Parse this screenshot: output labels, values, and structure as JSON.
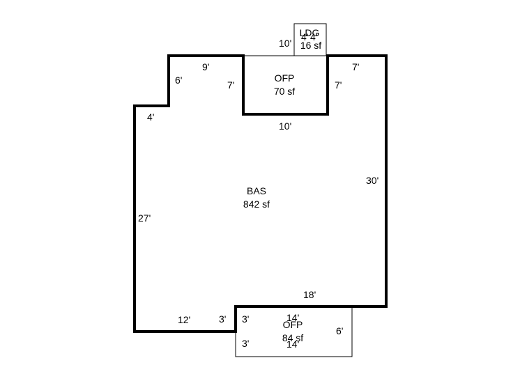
{
  "areas": {
    "bas": {
      "code": "BAS",
      "area": "842 sf"
    },
    "ofp_top": {
      "code": "OFP",
      "area": "70 sf"
    },
    "ofp_bottom": {
      "code": "OFP",
      "area": "84 sf"
    },
    "ldg": {
      "code": "LDG",
      "area": "16 sf"
    }
  },
  "dimensions": {
    "ldg_left": "10'",
    "ldg_a": "4'",
    "ldg_b": "4'",
    "top_left_9": "9'",
    "left_step_6": "6'",
    "ofp_left_7": "7'",
    "ofp_right_7": "7'",
    "top_right_7": "7'",
    "left_step_4": "4'",
    "ofp_bottom_10": "10'",
    "right_30": "30'",
    "left_27": "27'",
    "bottom_18": "18'",
    "bottom_12": "12'",
    "bottom_3": "3'",
    "ofp2_left_top_3": "3'",
    "ofp2_top_14": "14'",
    "ofp2_right_6": "6'",
    "ofp2_left_bottom_3": "3'",
    "ofp2_bottom_14": "14'"
  }
}
